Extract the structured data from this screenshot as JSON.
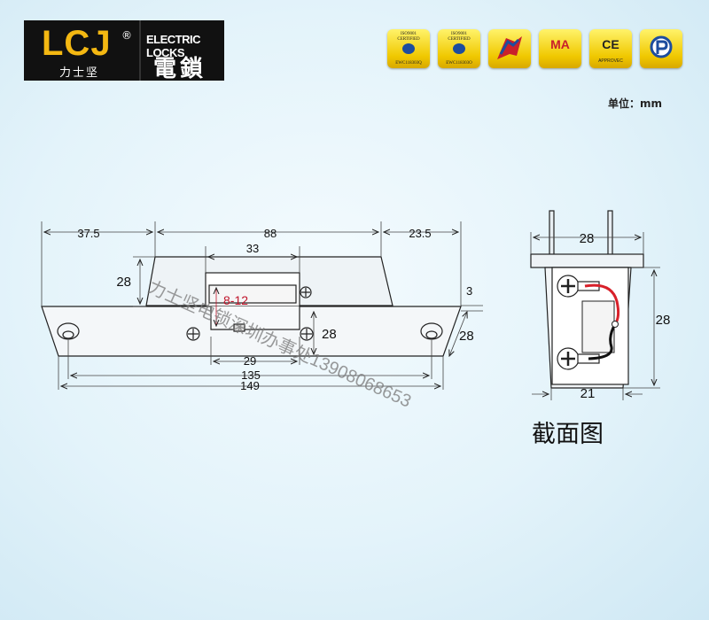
{
  "header": {
    "logo_mark": "LCJ",
    "logo_reg": "®",
    "logo_cn": "力士坚",
    "logo_en": "ELECTRIC LOCKS",
    "logo_cn2": "電鎖"
  },
  "certs": [
    {
      "line1": "ISO9001",
      "line2": "CERTIFIED",
      "code": "EWC118303Q"
    },
    {
      "line1": "ISO9001",
      "line2": "CERTIFIED",
      "code": "EWC118303O"
    },
    {
      "big": "MA"
    },
    {
      "big": "CE",
      "small": "APPROVEC"
    }
  ],
  "unit_label": "单位：mm",
  "front_view": {
    "dim_left": "37.5",
    "dim_mid": "88",
    "dim_right": "23.5",
    "dim_slot": "33",
    "dim_height_left": "28",
    "dim_keeper": "8-12",
    "dim_offset": "3",
    "dim_height_mid": "28",
    "dim_height_right": "28",
    "dim_29": "29",
    "dim_135": "135",
    "dim_149": "149"
  },
  "section_view": {
    "dim_top": "28",
    "dim_side": "28",
    "dim_bottom": "21",
    "caption": "截面图"
  },
  "colors": {
    "accent_yellow": "#f4b812",
    "dim_red": "#c0142a",
    "line": "#222222"
  },
  "watermark": "力士坚电锁深圳办事处13908068653"
}
